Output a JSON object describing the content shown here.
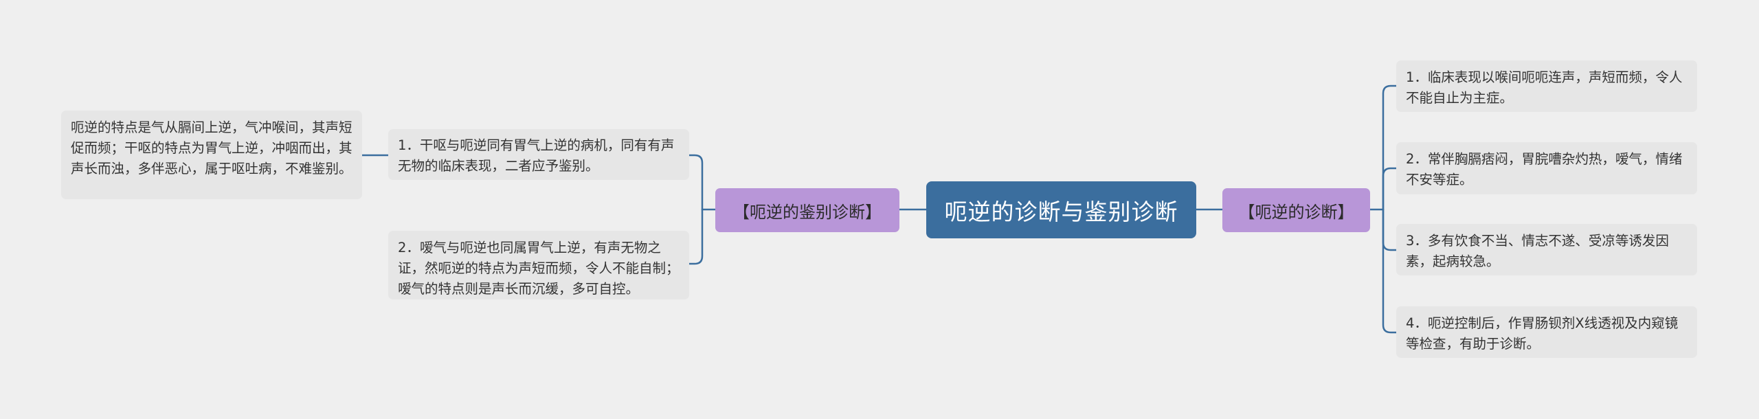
{
  "colors": {
    "background": "#efefef",
    "root_fill": "#3b6e9e",
    "branch_fill": "#b896d8",
    "leaf_fill": "#e6e6e6",
    "connector": "#3b6e9e"
  },
  "root": {
    "label": "呃逆的诊断与鉴别诊断"
  },
  "left_branch": {
    "label": "【呃逆的鉴别诊断】",
    "children": [
      {
        "text": "1．干呕与呃逆同有胃气上逆的病机，同有有声无物的临床表现，二者应予鉴别。",
        "detail": "呃逆的特点是气从膈间上逆，气冲喉间，其声短促而频；干呕的特点为胃气上逆，冲咽而出，其声长而浊，多伴恶心，属于呕吐病，不难鉴别。"
      },
      {
        "text": "2．嗳气与呃逆也同属胃气上逆，有声无物之证，然呃逆的特点为声短而频，令人不能自制；嗳气的特点则是声长而沉缓，多可自控。"
      }
    ]
  },
  "right_branch": {
    "label": "【呃逆的诊断】",
    "children": [
      {
        "text": "1．临床表现以喉间呃呃连声，声短而频，令人不能自止为主症。"
      },
      {
        "text": "2．常伴胸膈痞闷，胃脘嘈杂灼热，嗳气，情绪不安等症。"
      },
      {
        "text": "3．多有饮食不当、情志不遂、受凉等诱发因素，起病较急。"
      },
      {
        "text": "4．呃逆控制后，作胃肠钡剂X线透视及内窥镜等检查，有助于诊断。"
      }
    ]
  }
}
